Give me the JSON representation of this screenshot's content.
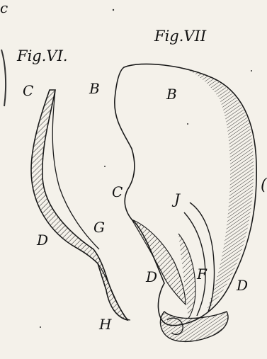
{
  "figures": {
    "fig6": {
      "caption": "Fig.VI.",
      "labels": {
        "c": "C",
        "d": "D",
        "g": "G",
        "h": "H"
      }
    },
    "fig7": {
      "caption": "Fig.VII",
      "labels": {
        "b_outer": "B",
        "b_inner": "B",
        "c": "C",
        "j": "J",
        "d_left": "D",
        "d_right": "D",
        "f": "F"
      }
    }
  },
  "edge_marks": {
    "top_left": "c",
    "right": "("
  },
  "colors": {
    "paper": "#f4f1ea",
    "ink": "#1a1a1a"
  }
}
